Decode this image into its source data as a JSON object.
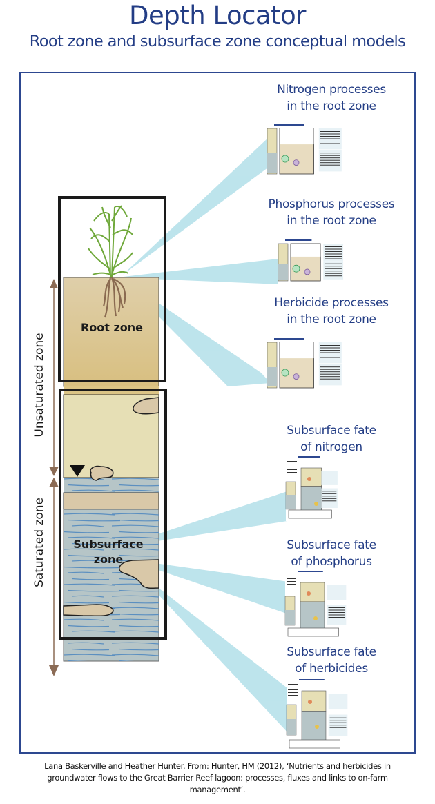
{
  "header": {
    "title": "Depth Locator",
    "subtitle": "Root zone and subsurface zone conceptual models"
  },
  "column": {
    "root_zone_label": "Root zone",
    "subsurface_zone_label_1": "Subsurface",
    "subsurface_zone_label_2": "zone",
    "unsaturated_label": "Unsaturated  zone",
    "saturated_label": "Saturated  zone",
    "water_table_icon": "water-table-triangle"
  },
  "panels": [
    {
      "line1": "Nitrogen processes",
      "line2": "in the root zone",
      "thumb_title": "Nitrogen processes in the root zone"
    },
    {
      "line1": "Phosphorus processes",
      "line2": "in the root zone",
      "thumb_title": "Phosphorus processes in the root zone"
    },
    {
      "line1": "Herbicide processes",
      "line2": "in the root zone",
      "thumb_title": "Herbicide processes in the root zone"
    },
    {
      "line1": "Subsurface fate",
      "line2": "of nitrogen",
      "thumb_title": "Subsurface fate of nitrogen"
    },
    {
      "line1": "Subsurface fate",
      "line2": "of phosphorus",
      "thumb_title": "Subsurface fate of phosphorus"
    },
    {
      "line1": "Subsurface fate",
      "line2": "of herbicides",
      "thumb_title": "Subsurface fate of herbicides"
    }
  ],
  "colors": {
    "title_blue": "#233d85",
    "beam": "#a8dbe6",
    "root_soil_top": "#dccaa3",
    "root_soil_bottom": "#d9c07f",
    "unsat_soil": "#e6dfb5",
    "saturated": "#b6c5c7",
    "water_lines": "#5b8fc0",
    "clay_lens": "#d9c8a8",
    "arrow": "#8b6b55"
  },
  "credit": {
    "line1": "Lana Baskerville and Heather Hunter.  From: Hunter, HM (2012), ‘Nutrients and herbicides in",
    "line2": "groundwater flows to the Great Barrier Reef lagoon: processes, fluxes and links to on-farm",
    "line3": "management’."
  }
}
